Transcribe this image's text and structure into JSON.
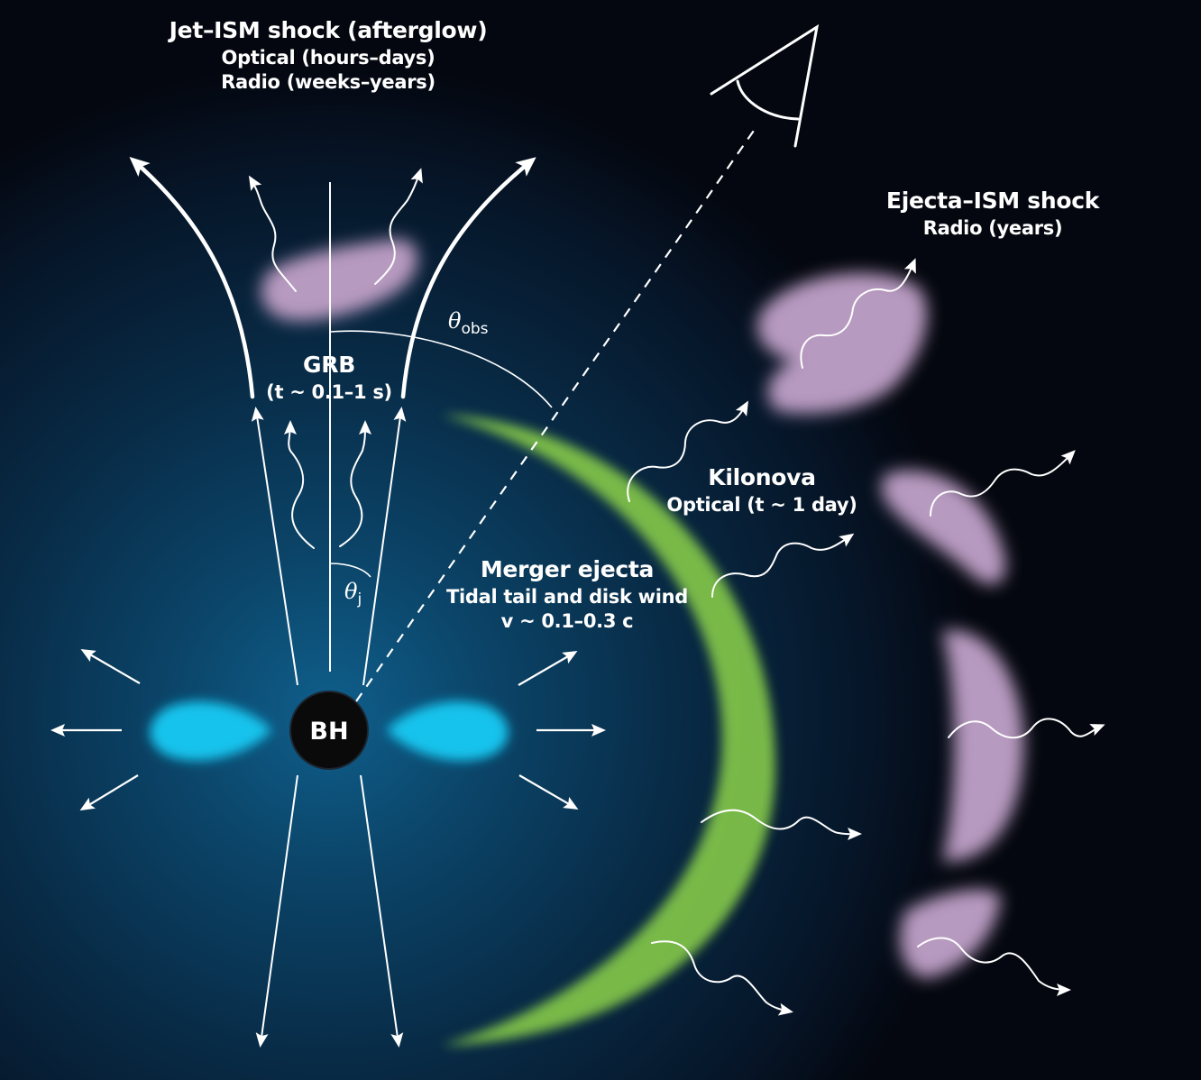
{
  "labels": {
    "jet_ism": {
      "title": "Jet–ISM shock (afterglow)",
      "line1": "Optical (hours–days)",
      "line2": "Radio (weeks–years)"
    },
    "ejecta_ism": {
      "title": "Ejecta–ISM shock",
      "line1": "Radio (years)"
    },
    "grb": {
      "title": "GRB",
      "line1": "(t ~ 0.1–1 s)"
    },
    "kilonova": {
      "title": "Kilonova",
      "line1": "Optical (t ~ 1 day)"
    },
    "merger_ejecta": {
      "title": "Merger ejecta",
      "line1": "Tidal tail and disk wind",
      "line2": "v ~ 0.1–0.3 c"
    },
    "theta_obs": {
      "symbol": "θ",
      "subscript": "obs"
    },
    "theta_j": {
      "symbol": "θ",
      "subscript": "j"
    },
    "black_hole": "BH"
  },
  "colors": {
    "background": "#04070f",
    "glow": "#0a3a5c",
    "disk": "#12c3ec",
    "ejecta_crescent": "#7fc14a",
    "shock_clouds": "#b79ac0",
    "lines": "#ffffff"
  },
  "icons": {
    "observer": "eye-icon"
  }
}
